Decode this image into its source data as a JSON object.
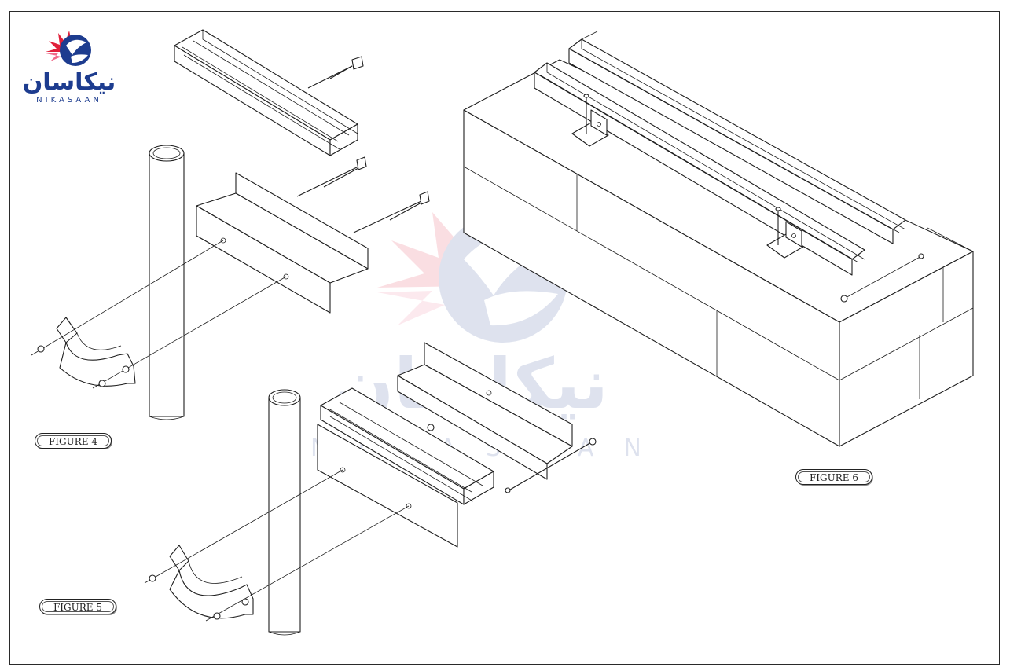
{
  "brand": {
    "name_fa": "نیکاسان",
    "name_en": "NIKASAAN",
    "colors": {
      "navy": "#1d3c8f",
      "red": "#e0203a",
      "pink": "#f06a8a"
    }
  },
  "watermark": {
    "name_fa": "نیکاسان",
    "name_en": "NIKASAAN"
  },
  "figures": [
    {
      "id": "figure-4",
      "label": "FIGURE 4"
    },
    {
      "id": "figure-5",
      "label": "FIGURE 5"
    },
    {
      "id": "figure-6",
      "label": "FIGURE 6"
    }
  ]
}
